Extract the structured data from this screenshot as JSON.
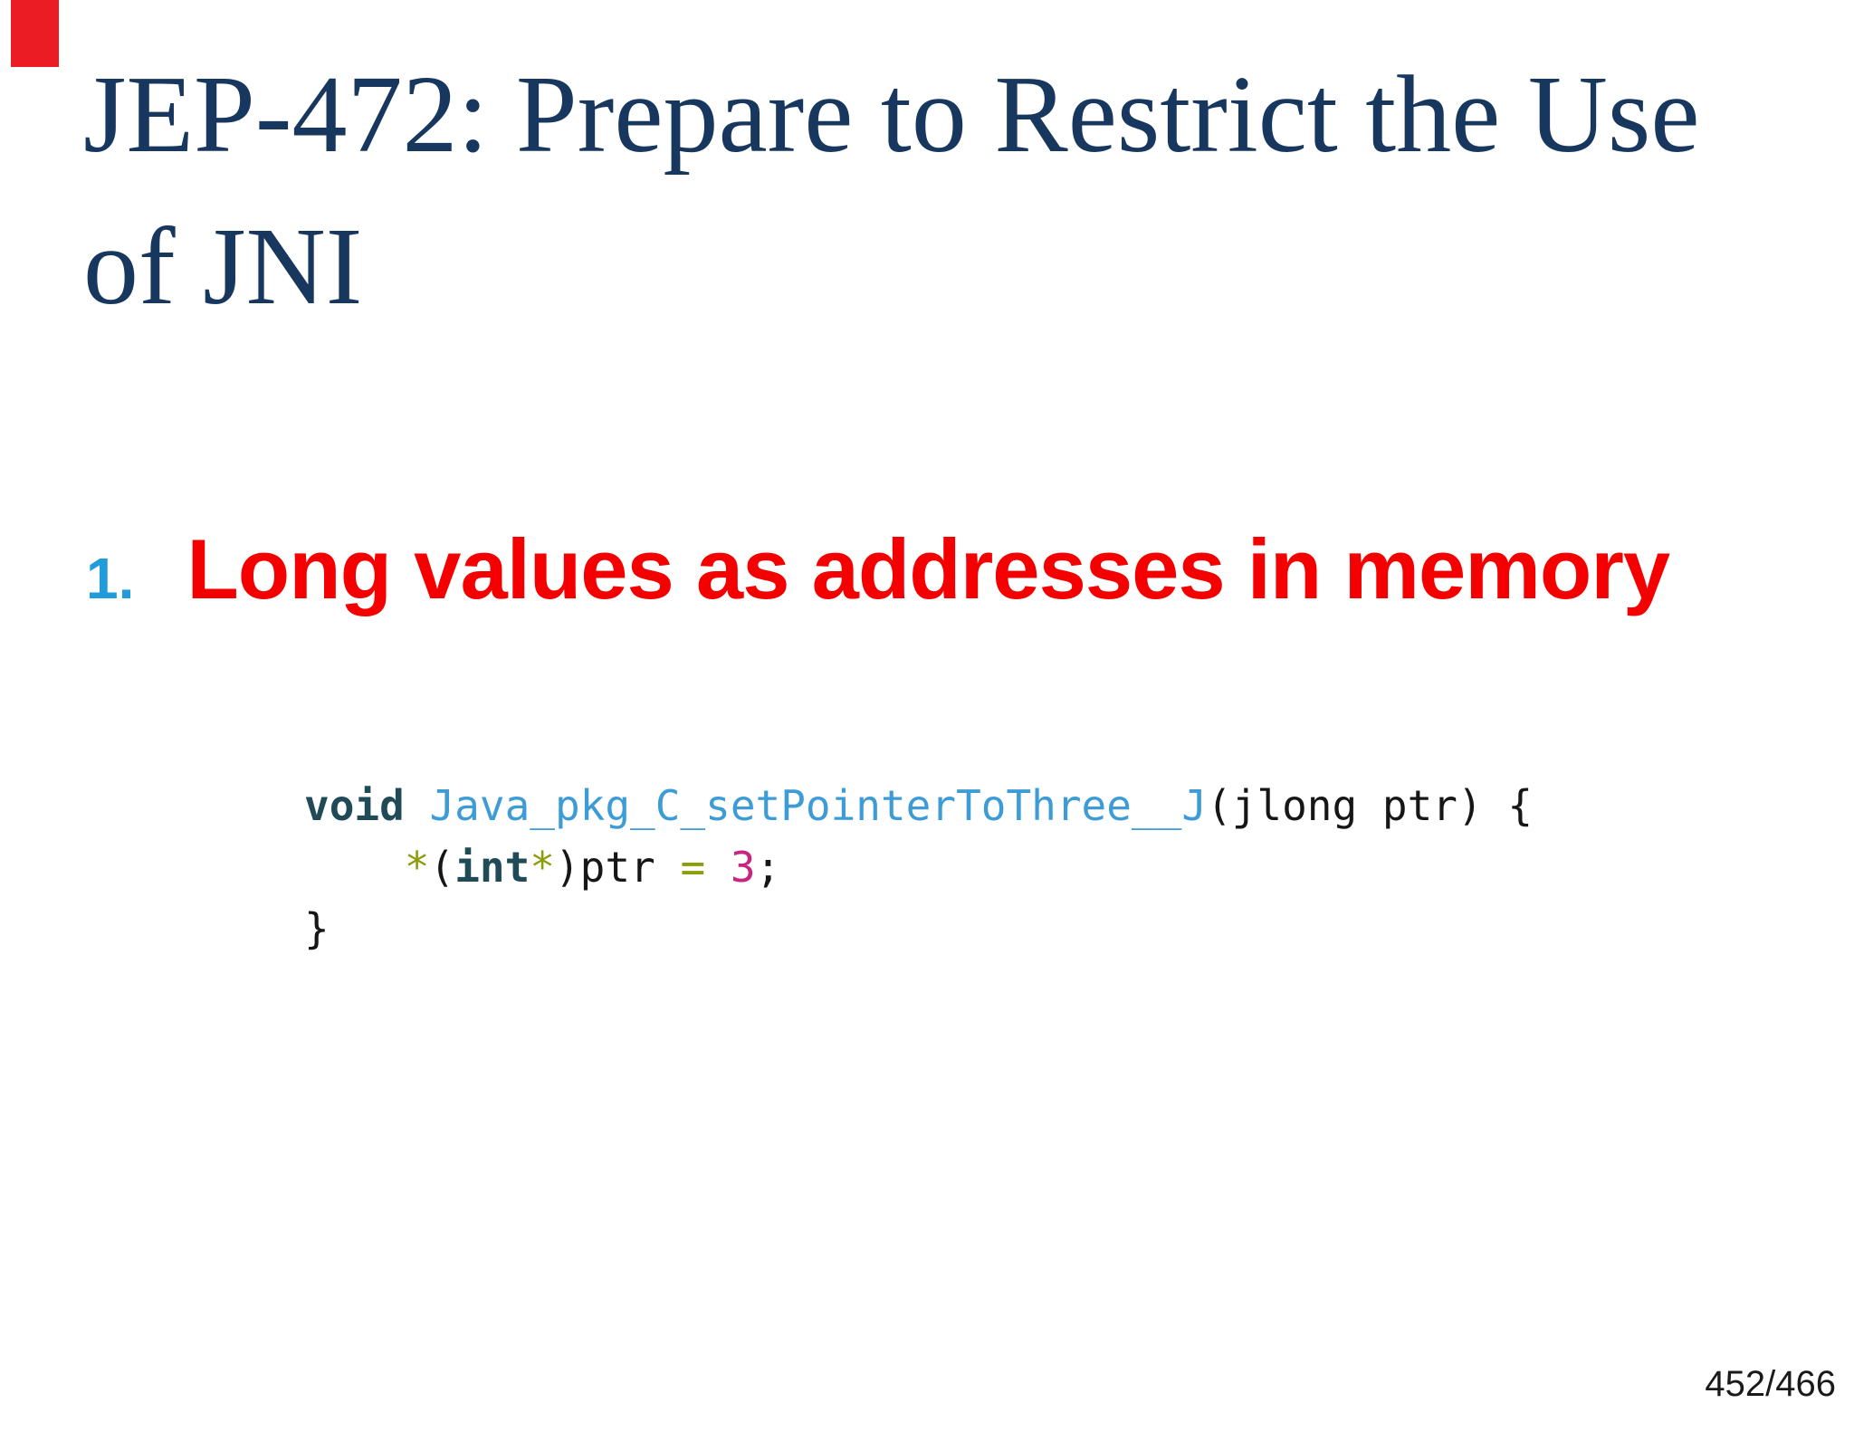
{
  "slide": {
    "title": "JEP-472: Prepare to Restrict the Use of JNI",
    "title_lines": [
      "JEP-472: Prepare to Restrict the Use",
      "of JNI"
    ],
    "list_item": {
      "number": "1.",
      "text": "Long values as addresses in memory"
    },
    "code": {
      "text": "void Java_pkg_C_setPointerToThree__J(jlong ptr) {\n    *(int*)ptr = 3;\n}",
      "lines": [
        [
          {
            "t": "void",
            "c": "kw"
          },
          {
            "t": " ",
            "c": "plain"
          },
          {
            "t": "Java_pkg_C_setPointerToThree__J",
            "c": "fn"
          },
          {
            "t": "(jlong ptr) {",
            "c": "plain"
          }
        ],
        [
          {
            "t": "    ",
            "c": "plain"
          },
          {
            "t": "*",
            "c": "op"
          },
          {
            "t": "(",
            "c": "plain"
          },
          {
            "t": "int",
            "c": "kw"
          },
          {
            "t": "*",
            "c": "op"
          },
          {
            "t": ")ptr ",
            "c": "plain"
          },
          {
            "t": "=",
            "c": "op"
          },
          {
            "t": " ",
            "c": "plain"
          },
          {
            "t": "3",
            "c": "num"
          },
          {
            "t": ";",
            "c": "plain"
          }
        ],
        [
          {
            "t": "}",
            "c": "plain"
          }
        ]
      ]
    },
    "page_indicator": "452/466"
  },
  "colors": {
    "accent": "#ec1c24",
    "title": "#17375e",
    "list-number": "#1f9cd9",
    "list-text": "#f40000",
    "code-plain": "#161616",
    "code-keyword": "#1f4a56",
    "code-function": "#3d9bd5",
    "code-operator": "#8d9c0b",
    "code-number": "#c7267e",
    "page-number": "#1a1a1a"
  }
}
